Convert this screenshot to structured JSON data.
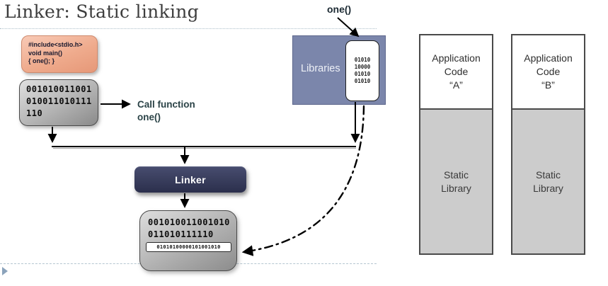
{
  "title": "Linker: Static linking",
  "colors": {
    "source_box": "#efab8d",
    "source_box_border": "#cf8a6d",
    "object_box_top": "#e0e0e0",
    "object_box_bottom": "#8a8a8a",
    "libraries_box": "#7b86ab",
    "linker_box_top": "#474c6e",
    "linker_box_bottom": "#2b2f4c",
    "static_library_fill": "#cccccc",
    "app_box_border": "#4a4a4a",
    "call_label_text": "#2b4347",
    "rule_color": "#b4c6d0",
    "arrow_color": "#000000"
  },
  "source_code": {
    "lines": [
      "#include<stdio.h>",
      "void main()",
      "{ one(); }"
    ]
  },
  "object_code": {
    "lines": [
      "001010011001",
      "010011010111",
      "110"
    ]
  },
  "call_function_label": {
    "line1": "Call function",
    "line2": "one()"
  },
  "one_label": "one()",
  "libraries": {
    "label": "Libraries",
    "routine_binary": [
      "01010",
      "10000",
      "01010",
      "01010"
    ]
  },
  "linker_label": "Linker",
  "linked_output": {
    "lines": [
      "001010011001010",
      "011010111110"
    ],
    "patched_binary": "01010100000101001010"
  },
  "app_boxes": [
    {
      "code_lines": [
        "Application",
        "Code",
        "“A”"
      ],
      "library_lines": [
        "Static",
        "Library"
      ]
    },
    {
      "code_lines": [
        "Application",
        "Code",
        "“B”"
      ],
      "library_lines": [
        "Static",
        "Library"
      ]
    }
  ]
}
